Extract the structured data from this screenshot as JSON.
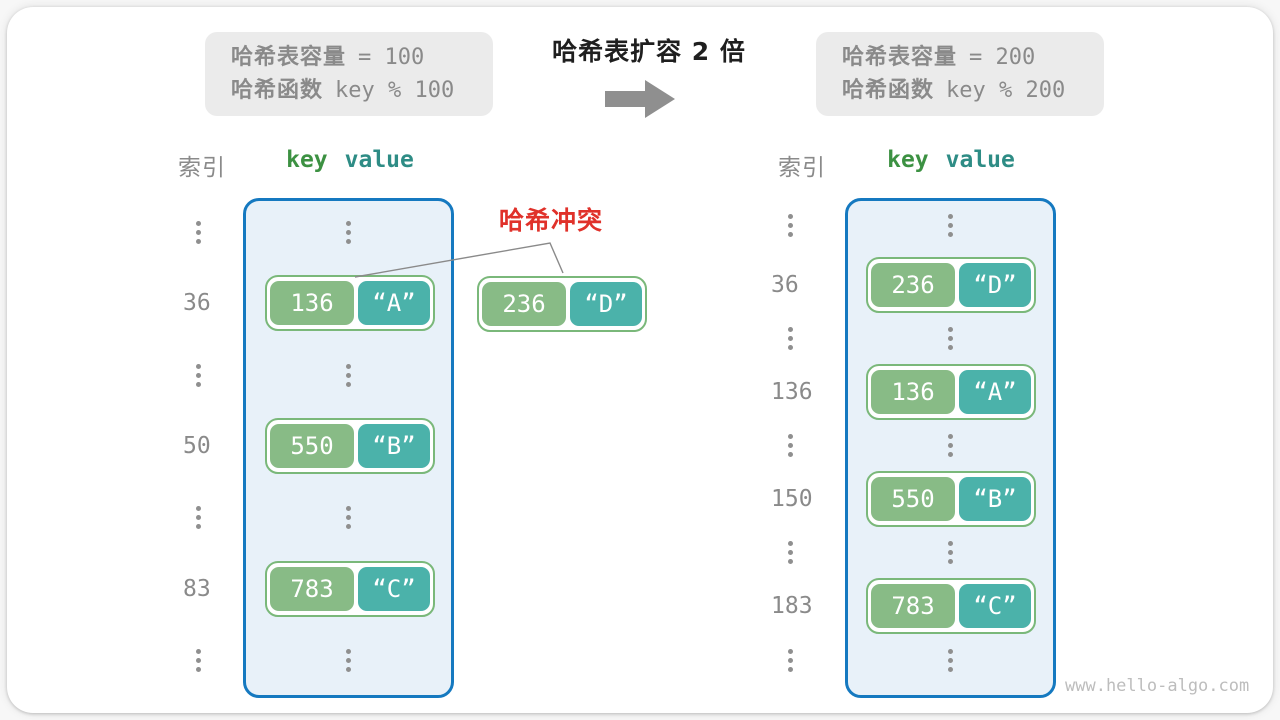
{
  "watermark": "www.hello-algo.com",
  "header": {
    "title": "哈希表扩容 2 倍",
    "before_box": {
      "line1_label": "哈希表容量",
      "line1_value": "= 100",
      "line2_label": "哈希函数",
      "line2_value": "key % 100"
    },
    "after_box": {
      "line1_label": "哈希表容量",
      "line1_value": "= 200",
      "line2_label": "哈希函数",
      "line2_value": "key % 200"
    }
  },
  "colors": {
    "bucket_border_blue": "#1579c0",
    "bucket_fill": "#e8f1f9",
    "key_green": "#88bb86",
    "value_teal": "#4bb2aa",
    "pair_border_green": "#7ab87a",
    "conflict_red": "#e0312a",
    "muted_gray": "#8a8a8a"
  },
  "left_table": {
    "index_header": "索引",
    "key_header": "key",
    "value_header": "value",
    "conflict_label": "哈希冲突",
    "indices": [
      "36",
      "50",
      "83"
    ],
    "pairs": [
      {
        "key": "136",
        "value": "“A”"
      },
      {
        "key": "550",
        "value": "“B”"
      },
      {
        "key": "783",
        "value": "“C”"
      }
    ],
    "conflict_pair": {
      "key": "236",
      "value": "“D”"
    }
  },
  "right_table": {
    "index_header": "索引",
    "key_header": "key",
    "value_header": "value",
    "indices": [
      "36",
      "136",
      "150",
      "183"
    ],
    "pairs": [
      {
        "key": "236",
        "value": "“D”"
      },
      {
        "key": "136",
        "value": "“A”"
      },
      {
        "key": "550",
        "value": "“B”"
      },
      {
        "key": "783",
        "value": "“C”"
      }
    ]
  }
}
